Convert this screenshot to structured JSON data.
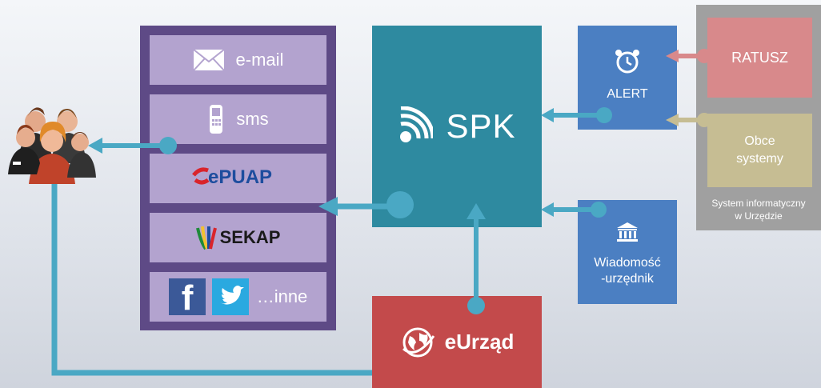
{
  "channels": {
    "email": "e-mail",
    "sms": "sms",
    "epuap": "ePUAP",
    "sekap": "SEKAP",
    "inne": "…inne"
  },
  "spk": {
    "label": "SPK"
  },
  "alert": {
    "label": "ALERT"
  },
  "wiadomosc": {
    "line1": "Wiadomość",
    "line2": "-urzędnik"
  },
  "system": {
    "ratusz": "RATUSZ",
    "obce_line1": "Obce",
    "obce_line2": "systemy",
    "caption_line1": "System informatyczny",
    "caption_line2": "w Urzędzie"
  },
  "eurzad": {
    "label": "eUrząd"
  },
  "colors": {
    "channel_frame": "#5e4a86",
    "channel_item": "#b3a3cf",
    "spk": "#2e8aa0",
    "blue_box": "#4b7fc2",
    "ratusz": "#d8898b",
    "obce": "#c6bd93",
    "eurzad": "#c34a4b",
    "connector": "#4aa8c4"
  }
}
